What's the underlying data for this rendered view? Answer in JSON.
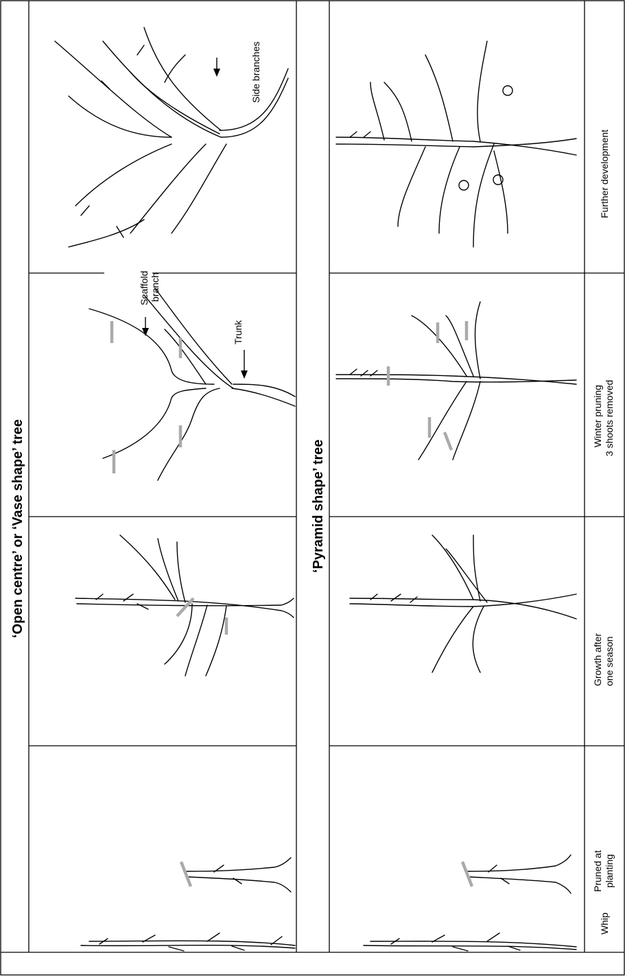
{
  "headings": {
    "open_centre": "‘Open centre’ or ‘Vase shape’ tree",
    "pyramid": "‘Pyramid shape’ tree"
  },
  "stages": [
    {
      "line1": "Whip",
      "line2": ""
    },
    {
      "line1": "Pruned at",
      "line2": "planting"
    },
    {
      "line1": "Growth after",
      "line2": "one season"
    },
    {
      "line1": "Winter pruning",
      "line2": "3 shoots removed"
    },
    {
      "line1": "Further development",
      "line2": ""
    }
  ],
  "labels": {
    "trunk": "Trunk",
    "scaffold_1": "Scaffold",
    "scaffold_2": "branch",
    "side_branches": "Side branches"
  },
  "colors": {
    "line": "#000000",
    "cut_mark": "#aaaaaa",
    "background": "#ffffff"
  }
}
